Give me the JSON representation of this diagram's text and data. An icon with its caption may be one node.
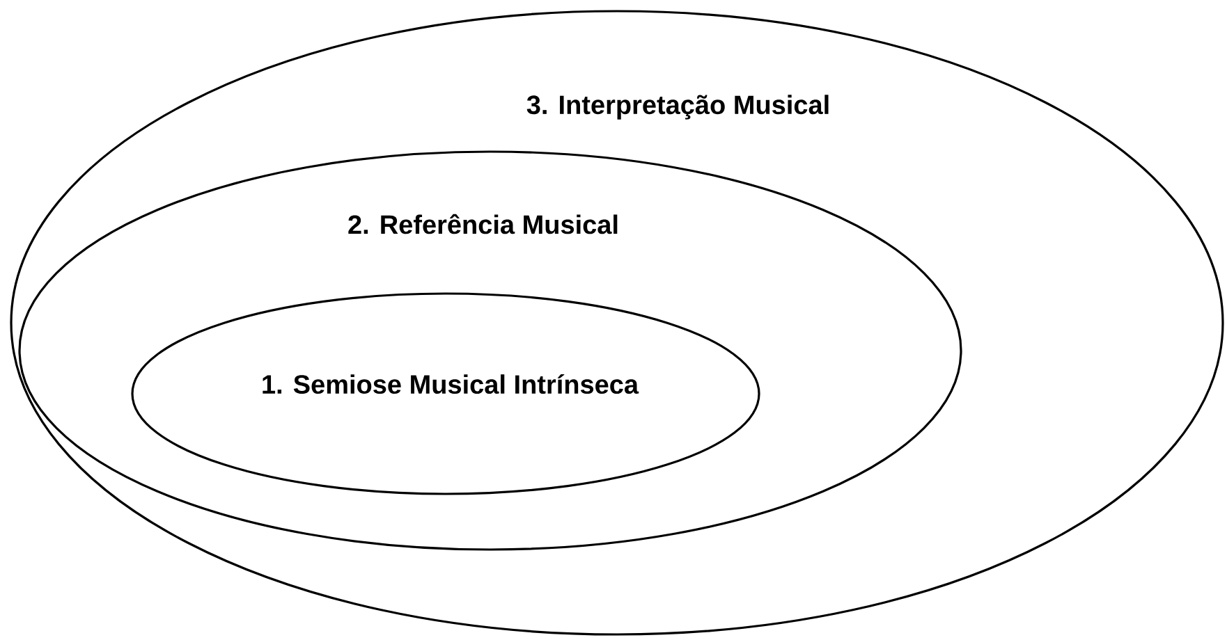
{
  "diagram": {
    "nodes": [
      {
        "text": [
          "3. Interpretação Musical"
        ]
      },
      {
        "text": [
          "2. Referência Musical"
        ],
        "in": 0
      },
      {
        "text": [
          "1. Semiose Musical Intrínseca"
        ],
        "in": 1
      }
    ]
  }
}
